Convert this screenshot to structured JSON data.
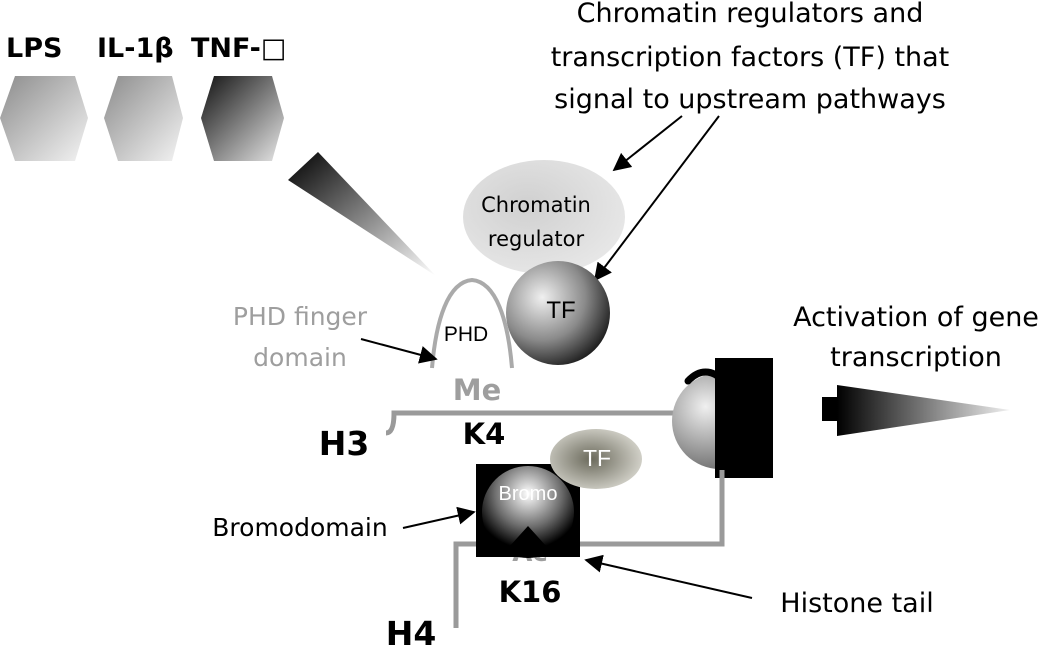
{
  "stimuli": {
    "lps": "LPS",
    "il1b": "IL-1β",
    "tnf": "TNF-□"
  },
  "annotations": {
    "chromatin_tf_signal": [
      "Chromatin regulators and",
      "transcription factors (TF) that",
      "signal to upstream pathways"
    ],
    "phd_finger_domain": [
      "PHD finger",
      "domain"
    ],
    "activation": [
      "Activation of gene",
      "transcription"
    ],
    "bromodomain": "Bromodomain",
    "histone_tail": "Histone tail"
  },
  "nodes": {
    "chromatin_regulator": [
      "Chromatin",
      "regulator"
    ],
    "tf_upper": "TF",
    "tf_lower": "TF",
    "phd": "PHD",
    "bromo": "Bromo"
  },
  "histones": {
    "h3": "H3",
    "h4": "H4",
    "me": "Me",
    "k4": "K4",
    "ac": "Ac",
    "k16": "K16"
  },
  "colors": {
    "line_gray": "#9a9a9a",
    "label_gray": "#9e9e9e",
    "black": "#000000"
  }
}
